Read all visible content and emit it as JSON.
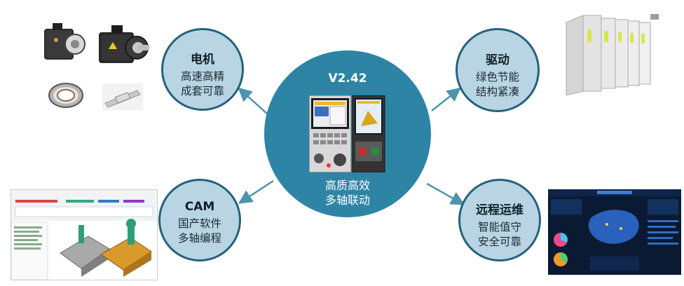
{
  "center": {
    "version": "V2.42",
    "lines": [
      "高质高效",
      "多轴联动"
    ]
  },
  "nodes": {
    "motor": {
      "title": "电机",
      "lines": [
        "高速高精",
        "成套可靠"
      ]
    },
    "drive": {
      "title": "驱动",
      "lines": [
        "绿色节能",
        "结构紧凑"
      ]
    },
    "cam": {
      "title": "CAM",
      "lines": [
        "国产软件",
        "多轴编程"
      ]
    },
    "remote": {
      "title": "远程运维",
      "lines": [
        "智能值守",
        "安全可靠"
      ]
    }
  },
  "colors": {
    "center_fill": "#2e84a5",
    "satellite_fill": "#b9d5e3",
    "satellite_border": "#24627c",
    "connector": "#4f93ad"
  },
  "images": {
    "servo_motor_1": "servo-motor-photo",
    "servo_motor_2": "servo-motor-photo",
    "bearing": "bearing-photo",
    "linear_guide": "linear-guide-photo",
    "drive_cabinet": "servo-drive-cabinet-photo",
    "cam_software": "cam-software-screenshot",
    "remote_dashboard": "remote-monitoring-dashboard-screenshot",
    "cnc_controller": "cnc-controller-panel-photo"
  }
}
